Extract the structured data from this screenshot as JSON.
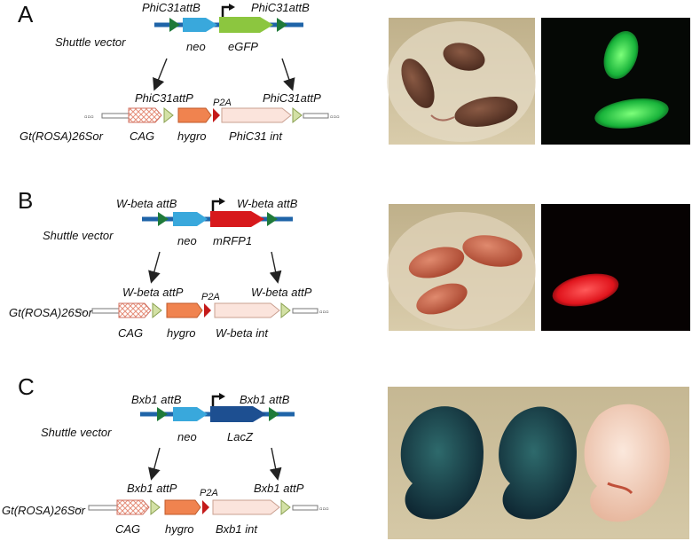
{
  "colors": {
    "backbone": "#1f64a8",
    "att_site": "#1f7a3a",
    "neo": "#39a8dc",
    "egfp": "#8cc63f",
    "mrfp1": "#d7191c",
    "lacz": "#1d4f91",
    "hygro": "#f0834f",
    "p2a": "#c41a1a",
    "integrase": "#fbe4dc",
    "attp": "#d3e1a5",
    "cag_hatch": "#e58f7a"
  },
  "panels": [
    {
      "letter": "A",
      "shuttle_label": "Shuttle vector",
      "attB": "PhiC31attB",
      "neo": "neo",
      "reporter": "eGFP",
      "attP": "PhiC31attP",
      "locus": "Gt(ROSA)26Sor",
      "cag": "CAG",
      "hygro": "hygro",
      "p2a": "P2A",
      "integrase": "PhiC31 int",
      "images": [
        "mouse-pups-brightfield",
        "mouse-pups-green-fluorescence"
      ]
    },
    {
      "letter": "B",
      "shuttle_label": "Shuttle vector",
      "attB": "W-beta attB",
      "neo": "neo",
      "reporter": "mRFP1",
      "attP": "W-beta attP",
      "locus": "Gt(ROSA)26Sor",
      "cag": "CAG",
      "hygro": "hygro",
      "p2a": "P2A",
      "integrase": "W-beta int",
      "images": [
        "mouse-pups-brightfield",
        "mouse-pup-red-fluorescence"
      ]
    },
    {
      "letter": "C",
      "shuttle_label": "Shuttle vector",
      "attB": "Bxb1 attB",
      "neo": "neo",
      "reporter": "LacZ",
      "attP": "Bxb1 attP",
      "locus": "Gt(ROSA)26Sor",
      "cag": "CAG",
      "hygro": "hygro",
      "p2a": "P2A",
      "integrase": "Bxb1 int",
      "images": [
        "xgal-stained-embryos"
      ]
    }
  ]
}
